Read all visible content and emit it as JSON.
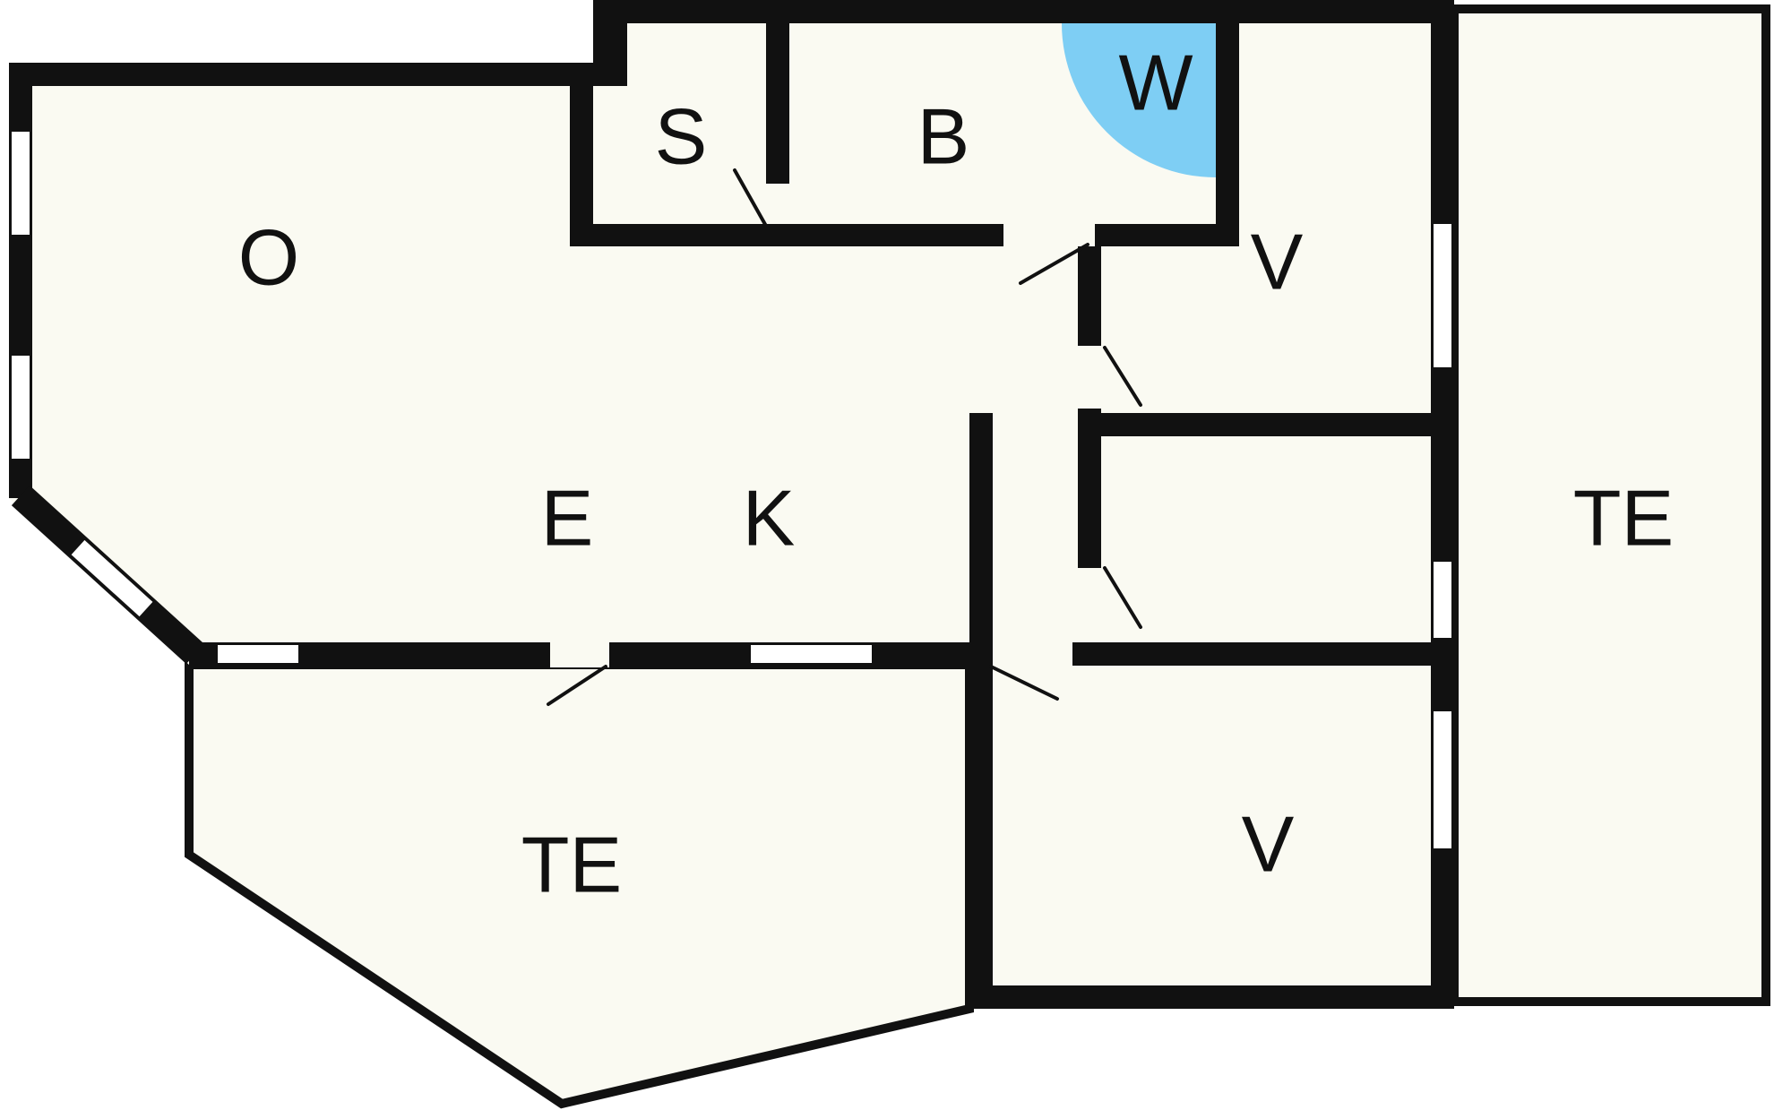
{
  "colors": {
    "background": "#ffffff",
    "floor": "#fafaf2",
    "wall": "#111111",
    "water": "#7ecef4",
    "label": "#111111"
  },
  "rooms": [
    {
      "id": "O",
      "label": "O"
    },
    {
      "id": "S",
      "label": "S"
    },
    {
      "id": "B",
      "label": "B"
    },
    {
      "id": "W",
      "label": "W"
    },
    {
      "id": "V-hall",
      "label": "V"
    },
    {
      "id": "E",
      "label": "E"
    },
    {
      "id": "K",
      "label": "K"
    },
    {
      "id": "TE-east",
      "label": "TE"
    },
    {
      "id": "V-south",
      "label": "V"
    },
    {
      "id": "TE-south",
      "label": "TE"
    }
  ]
}
